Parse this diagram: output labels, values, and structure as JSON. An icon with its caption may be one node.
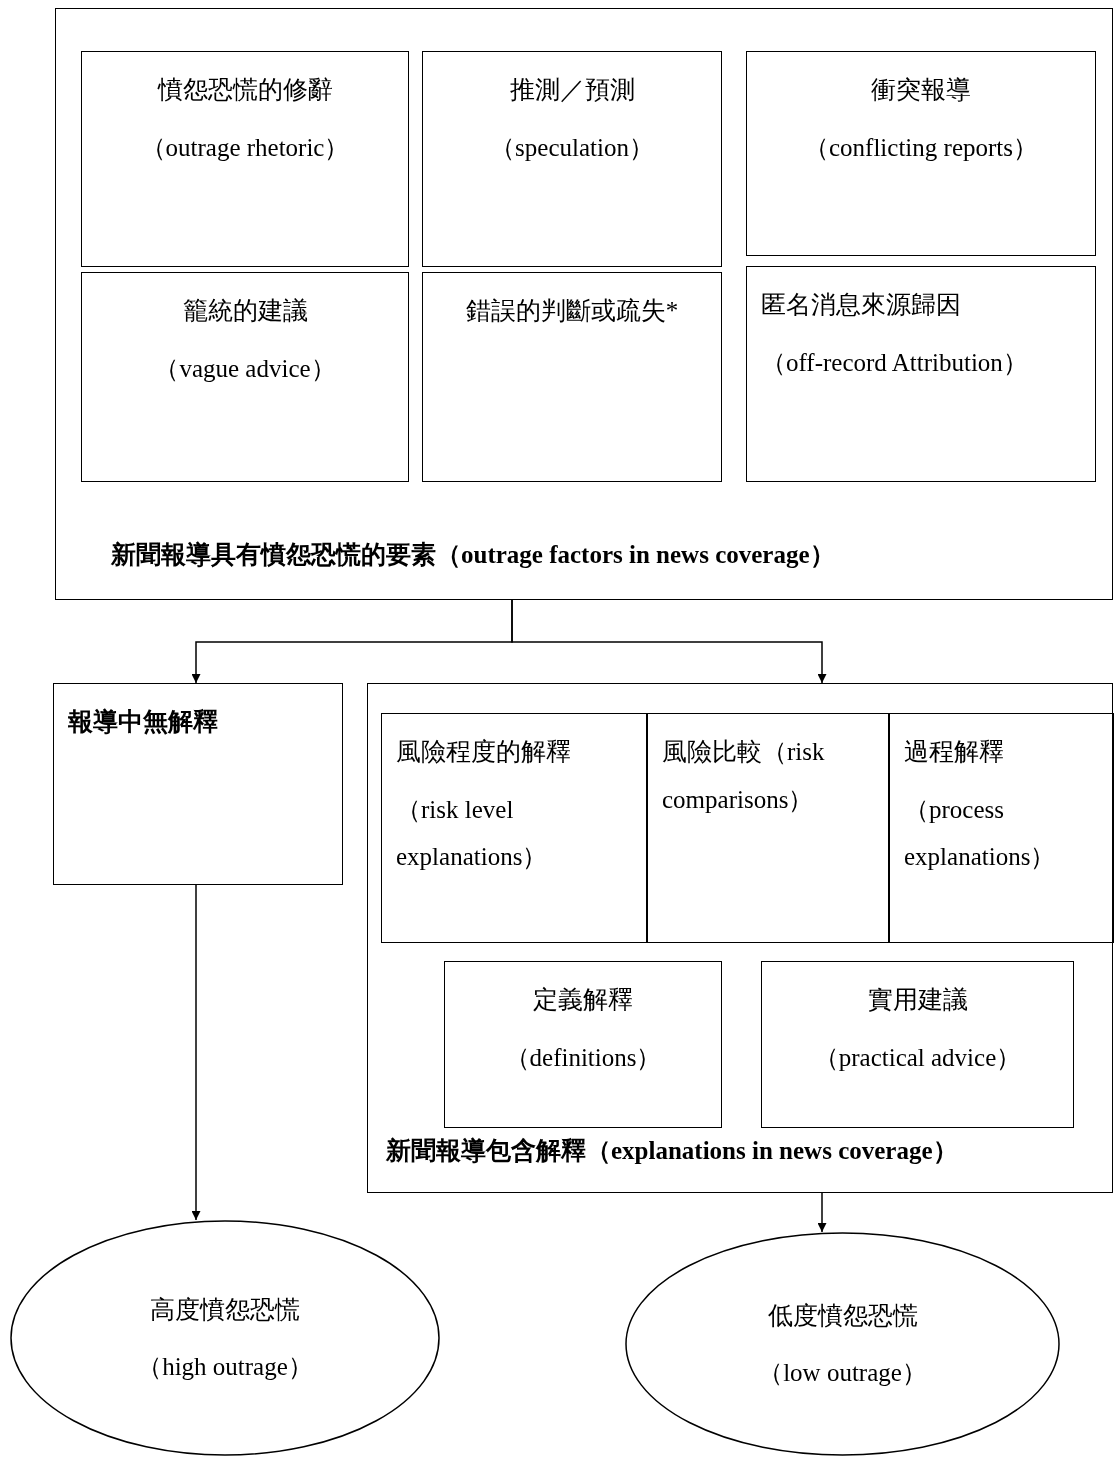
{
  "diagram": {
    "nodes": [
      {
        "text": [
          "新聞報導具有憤怨恐慌的要素（outrage factors in news coverage）"
        ]
      },
      {
        "text": [
          "憤怨恐慌的修辭",
          "（outrage rhetoric）"
        ],
        "in": 0
      },
      {
        "text": [
          "推測／預測",
          "（speculation）"
        ],
        "in": 0
      },
      {
        "text": [
          "衝突報導",
          "（conflicting reports）"
        ],
        "in": 0
      },
      {
        "text": [
          "籠統的建議",
          "（vague advice）"
        ],
        "in": 0
      },
      {
        "text": [
          "錯誤的判斷或疏失*"
        ],
        "in": 0
      },
      {
        "text": [
          "匿名消息來源歸因",
          "（off-record Attribution）"
        ],
        "in": 0
      },
      {
        "text": [
          "報導中無解釋"
        ]
      },
      {
        "text": [
          "新聞報導包含解釋（explanations in news coverage）"
        ]
      },
      {
        "text": [
          "風險程度的解釋",
          "（risk level explanations）"
        ],
        "in": 8
      },
      {
        "text": [
          "風險比較（risk comparisons）"
        ],
        "in": 8
      },
      {
        "text": [
          "過程解釋",
          "（process explanations）"
        ],
        "in": 8
      },
      {
        "text": [
          "定義解釋",
          "（definitions）"
        ],
        "in": 8
      },
      {
        "text": [
          "實用建議",
          "（practical advice）"
        ],
        "in": 8
      },
      {
        "text": [
          "高度憤怨恐慌",
          "（high outrage）"
        ]
      },
      {
        "text": [
          "低度憤怨恐慌",
          "（low outrage）"
        ]
      }
    ],
    "edges": [
      {
        "from": 0,
        "to": 7,
        "arrow": "to"
      },
      {
        "from": 0,
        "to": 8,
        "arrow": "to"
      },
      {
        "from": 7,
        "to": 14,
        "arrow": "to"
      },
      {
        "from": 8,
        "to": 15,
        "arrow": "to"
      }
    ]
  }
}
